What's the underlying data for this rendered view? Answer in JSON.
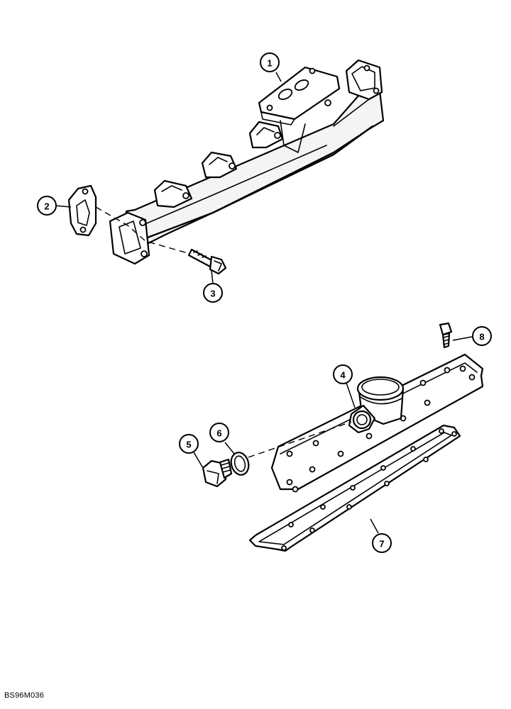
{
  "callouts": [
    {
      "id": "callout-1",
      "label": "1"
    },
    {
      "id": "callout-2",
      "label": "2"
    },
    {
      "id": "callout-3",
      "label": "3"
    },
    {
      "id": "callout-4",
      "label": "4"
    },
    {
      "id": "callout-5",
      "label": "5"
    },
    {
      "id": "callout-6",
      "label": "6"
    },
    {
      "id": "callout-7",
      "label": "7"
    },
    {
      "id": "callout-8",
      "label": "8"
    }
  ],
  "reference_code": "BS96M036"
}
